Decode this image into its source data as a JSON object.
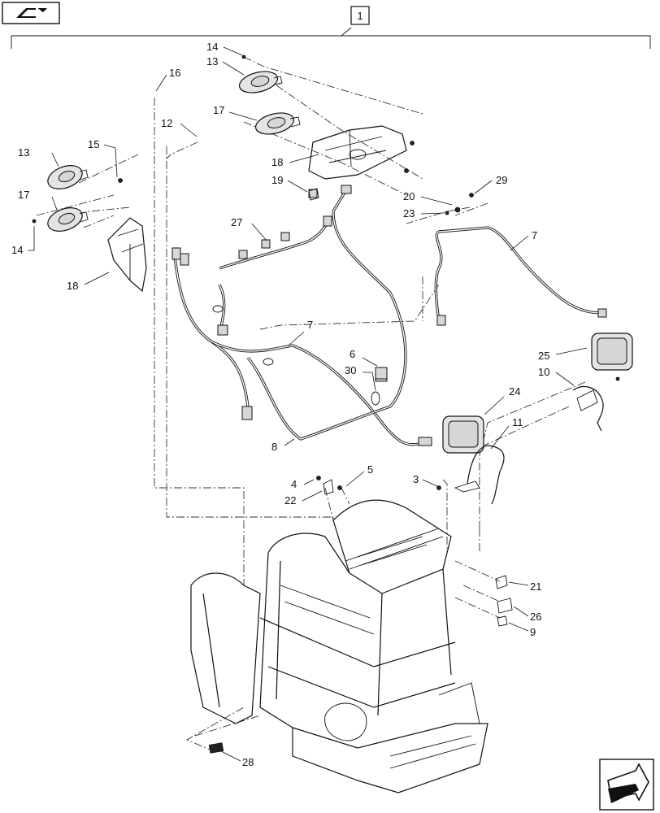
{
  "diagram": {
    "assembly_label": "1",
    "callouts": [
      {
        "id": "c14a",
        "text": "14"
      },
      {
        "id": "c13a",
        "text": "13"
      },
      {
        "id": "c16",
        "text": "16"
      },
      {
        "id": "c17a",
        "text": "17"
      },
      {
        "id": "c12",
        "text": "12"
      },
      {
        "id": "c13b",
        "text": "13"
      },
      {
        "id": "c15",
        "text": "15"
      },
      {
        "id": "c18a",
        "text": "18"
      },
      {
        "id": "c19",
        "text": "19"
      },
      {
        "id": "c17b",
        "text": "17"
      },
      {
        "id": "c29",
        "text": "29"
      },
      {
        "id": "c20",
        "text": "20"
      },
      {
        "id": "c23",
        "text": "23"
      },
      {
        "id": "c14b",
        "text": "14"
      },
      {
        "id": "c27",
        "text": "27"
      },
      {
        "id": "c7a",
        "text": "7"
      },
      {
        "id": "c18b",
        "text": "18"
      },
      {
        "id": "c7b",
        "text": "7"
      },
      {
        "id": "c6",
        "text": "6"
      },
      {
        "id": "c25",
        "text": "25"
      },
      {
        "id": "c30",
        "text": "30"
      },
      {
        "id": "c10",
        "text": "10"
      },
      {
        "id": "c24",
        "text": "24"
      },
      {
        "id": "c11",
        "text": "11"
      },
      {
        "id": "c8",
        "text": "8"
      },
      {
        "id": "c5",
        "text": "5"
      },
      {
        "id": "c4",
        "text": "4"
      },
      {
        "id": "c3",
        "text": "3"
      },
      {
        "id": "c22",
        "text": "22"
      },
      {
        "id": "c21",
        "text": "21"
      },
      {
        "id": "c26",
        "text": "26"
      },
      {
        "id": "c9",
        "text": "9"
      },
      {
        "id": "c28",
        "text": "28"
      }
    ],
    "icons": {
      "top_left": "book-arrow-icon",
      "bottom_right": "next-page-arrow-icon"
    }
  }
}
